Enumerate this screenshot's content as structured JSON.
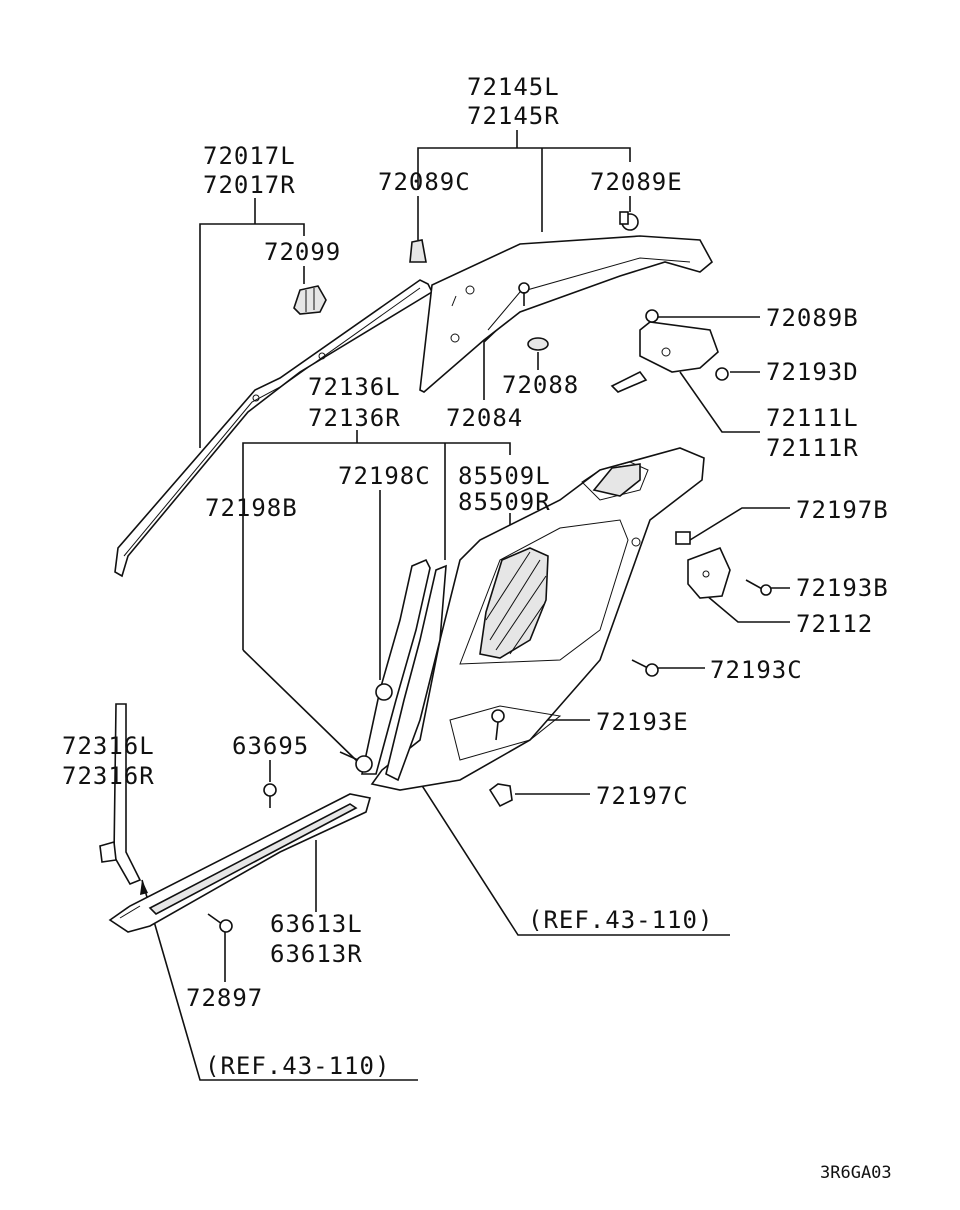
{
  "labels": {
    "p72145L": "72145L",
    "p72145R": "72145R",
    "p72017L": "72017L",
    "p72017R": "72017R",
    "p72089C": "72089C",
    "p72089E": "72089E",
    "p72099": "72099",
    "p72089B": "72089B",
    "p72193D": "72193D",
    "p72088": "72088",
    "p72084": "72084",
    "p72136L": "72136L",
    "p72136R": "72136R",
    "p72111L": "72111L",
    "p72111R": "72111R",
    "p72198C": "72198C",
    "p85509L": "85509L",
    "p85509R": "85509R",
    "p72198B": "72198B",
    "p72197B": "72197B",
    "p72193B": "72193B",
    "p72112": "72112",
    "p72193C": "72193C",
    "p72193E": "72193E",
    "p63695": "63695",
    "p72316L": "72316L",
    "p72316R": "72316R",
    "p72197C": "72197C",
    "p63613L": "63613L",
    "p63613R": "63613R",
    "p72897": "72897",
    "ref1": "(REF.43-110)",
    "ref2": "(REF.43-110)"
  },
  "diagram_code": "3R6GA03"
}
